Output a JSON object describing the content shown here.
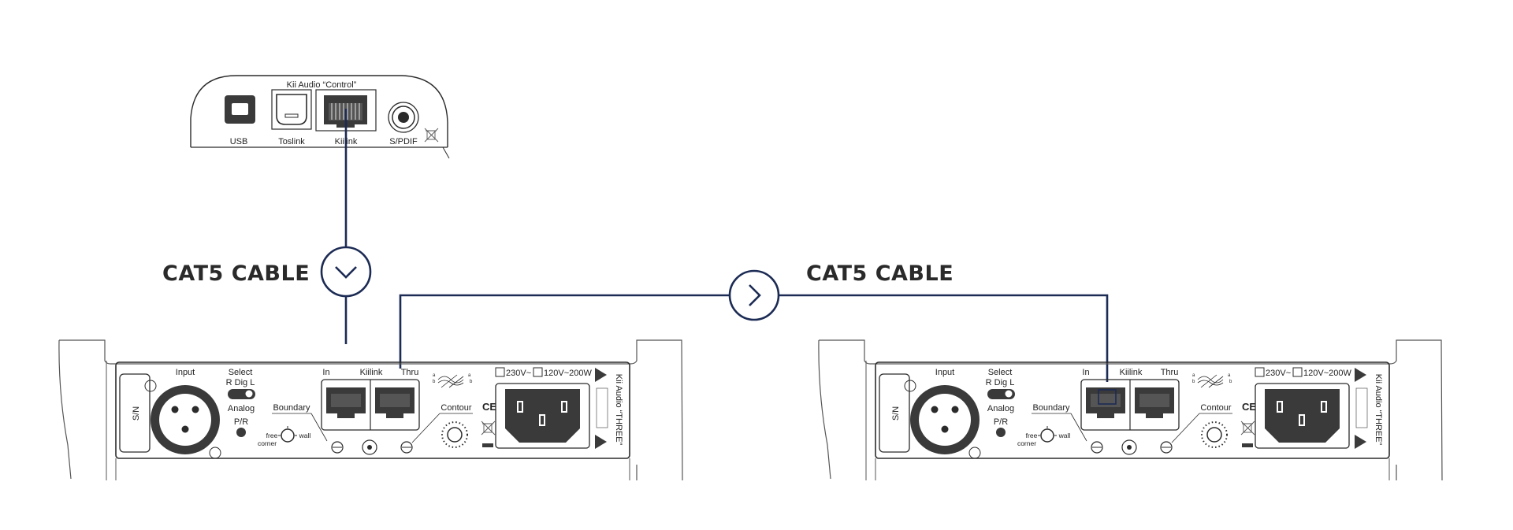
{
  "colors": {
    "cable": "#1c2b54",
    "outline": "#2b2b2b",
    "dark": "#3a3a3a",
    "panel_fill": "#ffffff",
    "gray": "#777777"
  },
  "cable_labels": [
    "CAT5 CABLE",
    "CAT5 CABLE"
  ],
  "control_unit": {
    "title": "Kii Audio “Control”",
    "ports": [
      "USB",
      "Toslink",
      "Kiilink",
      "S/PDIF"
    ]
  },
  "speakers": [
    {
      "input": "Input",
      "sn": "S/N",
      "select": "Select",
      "select_positions": "R  Dig  L",
      "analog": "Analog",
      "pr": "P/R",
      "boundary": "Boundary",
      "free": "free",
      "corner": "corner",
      "wall": "wall",
      "kiilink_in": "In",
      "kiilink": "Kiilink",
      "kiilink_thru": "Thru",
      "contour": "Contour",
      "v230": "230V~",
      "v120": "120V~200W",
      "brand": "Kii Audio “THREE”"
    },
    {
      "input": "Input",
      "sn": "S/N",
      "select": "Select",
      "select_positions": "R  Dig  L",
      "analog": "Analog",
      "pr": "P/R",
      "boundary": "Boundary",
      "free": "free",
      "corner": "corner",
      "wall": "wall",
      "kiilink_in": "In",
      "kiilink": "Kiilink",
      "kiilink_thru": "Thru",
      "contour": "Contour",
      "v230": "230V~",
      "v120": "120V~200W",
      "brand": "Kii Audio “THREE”"
    }
  ],
  "icons": [
    "chevron-down-icon",
    "chevron-right-icon",
    "xlr-connector-icon",
    "power-inlet-icon",
    "ce-mark-icon",
    "weee-bin-icon",
    "warning-triangle-icon"
  ]
}
